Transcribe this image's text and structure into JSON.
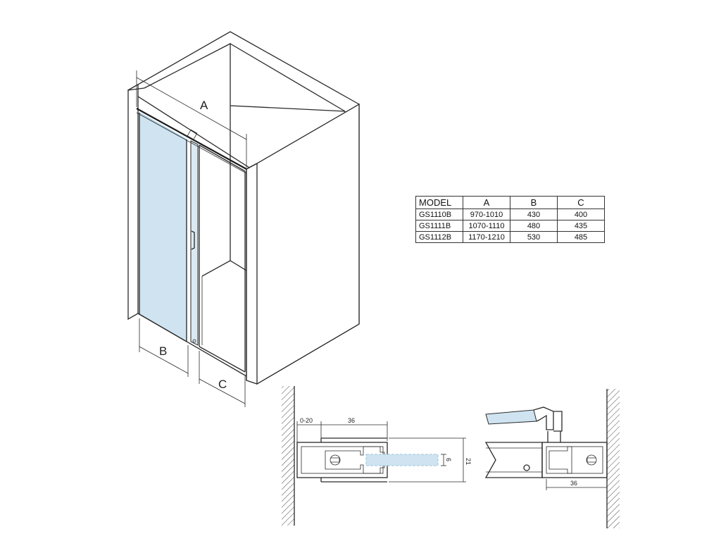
{
  "drawing": {
    "label_A": "A",
    "label_B": "B",
    "label_C": "C"
  },
  "spec_table": {
    "headers": [
      "MODEL",
      "A",
      "B",
      "C"
    ],
    "rows": [
      [
        "GS1110B",
        "970-1010",
        "430",
        "400"
      ],
      [
        "GS1111B",
        "1070-1110",
        "480",
        "435"
      ],
      [
        "GS1112B",
        "1170-1210",
        "530",
        "485"
      ]
    ]
  },
  "left_profile": {
    "dim_gap": "0-20",
    "dim_width": "36",
    "dim_glass": "6",
    "dim_height": "21"
  },
  "right_profile": {
    "dim_width": "36"
  },
  "colors": {
    "glass": "#cfe4f0",
    "glass_edge": "#9cc6de",
    "line": "#2a2a2a"
  }
}
